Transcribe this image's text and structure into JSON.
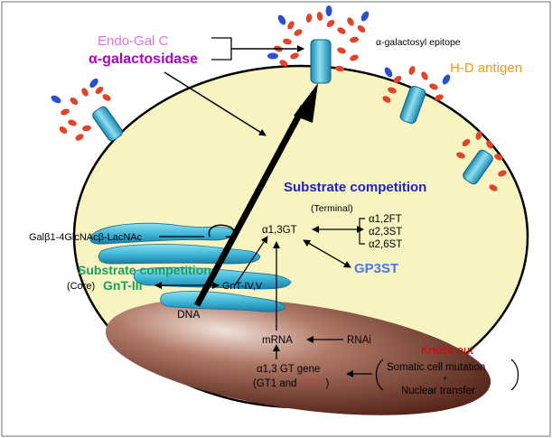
{
  "labels": {
    "endo_gal_c": "Endo-Gal C",
    "alpha_galactosidase": "α-galactosidase",
    "alpha_galactosyl_epitope": "α-galactosyl epitope",
    "hd_antigen": "H-D antigen",
    "substrate_competition_top": "Substrate competition",
    "terminal": "(Terminal)",
    "a13gt": "α1,3GT",
    "a12ft": "α1,2FT",
    "a23st": "α2,3ST",
    "a26st": "α2,6ST",
    "gp3st": "GP3ST",
    "gal_lacnac": "Galβ1-4GlcNAcβ-LacNAc",
    "substrate_competition_green": "Substrate competition",
    "core": "(Core)",
    "gnt3": "GnT-III",
    "gnt45": "GnT-IV,V",
    "dna": "DNA",
    "mrna": "mRNA",
    "rnai": "RNAi",
    "knock_out": "Knock out",
    "gene_line1": "α1,3 GT gene",
    "gene_line2_a": "(GT1 and ",
    "gene_line2_b": "GT2?",
    "gene_line2_c": ")",
    "somatic": "Somatic cell mutation",
    "plus": "+",
    "nuclear": "Nuclear transfer"
  },
  "colors": {
    "cell_fill": "#f7f4c2",
    "endo_gal_c": "#e86fe0",
    "alpha_galactosidase": "#b000c8",
    "hd_antigen": "#ff9900",
    "substrate_competition_top": "#1e22c8",
    "gp3st": "#4a78f0",
    "substrate_competition_green": "#1aa05a",
    "knock_out": "#e00000",
    "gt2": "#c04040",
    "glycan_red": "#e0442a",
    "glycan_blue": "#2a4fd0",
    "receptor_cyan": "#3fb8d8"
  }
}
